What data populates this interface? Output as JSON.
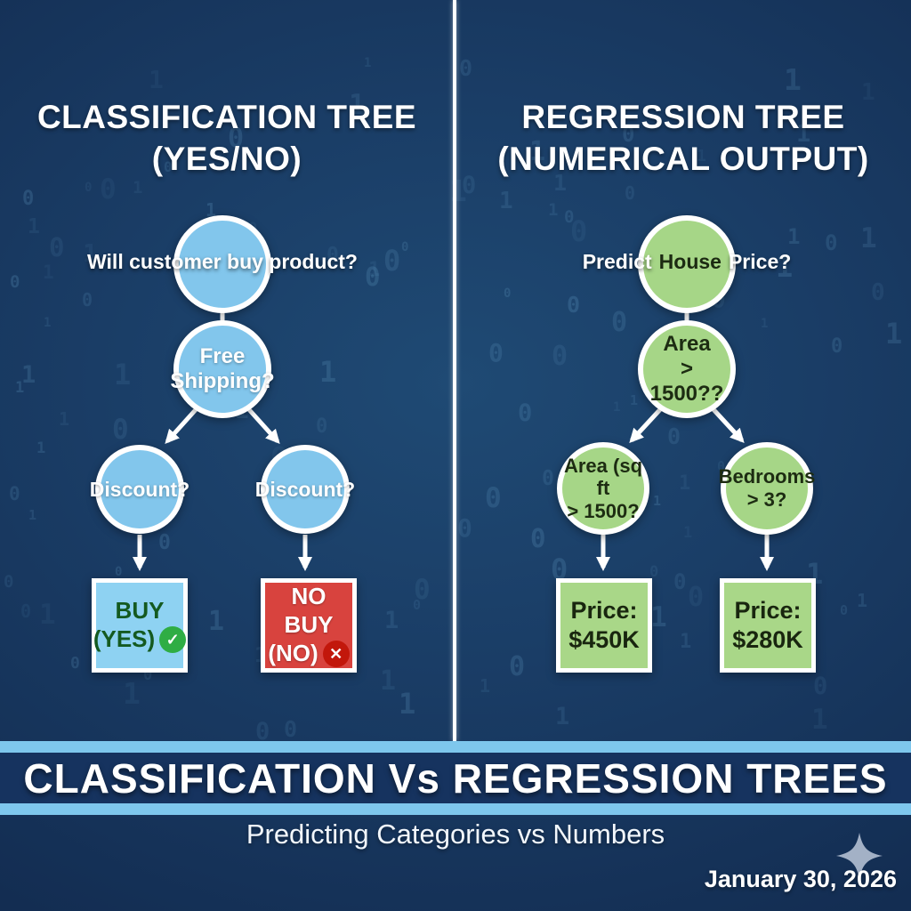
{
  "left_panel": {
    "title_line1": "CLASSIFICATION TREE",
    "title_line2": "(YES/NO)",
    "root_question": "Will customer buy product?",
    "node2_line1": "Free",
    "node2_line2": "Shipping?",
    "node3_left": "Discount?",
    "node3_right": "Discount?",
    "leaf_left_line1": "BUY",
    "leaf_left_line2": "(YES)",
    "leaf_left_icon": "✓",
    "leaf_right_line1": "NO BUY",
    "leaf_right_line2": "(NO)",
    "leaf_right_icon": "✕"
  },
  "right_panel": {
    "title_line1": "REGRESSION TREE",
    "title_line2": "(NUMERICAL OUTPUT)",
    "root_word1": "Predict",
    "root_word2": "House",
    "root_word3": "Price?",
    "node2_line1": "Area",
    "node2_line2": "> 1500??",
    "node3_left_line1": "Area (sq ft",
    "node3_left_line2": "> 1500?",
    "node3_right_line1": "Bedrooms",
    "node3_right_line2": "> 3?",
    "leaf_left_line1": "Price:",
    "leaf_left_line2": "$450K",
    "leaf_right_line1": "Price:",
    "leaf_right_line2": "$280K"
  },
  "banner": {
    "title": "CLASSIFICATION Vs REGRESSION TREES",
    "subtitle": "Predicting Categories vs Numbers",
    "date": "January 30, 2026"
  },
  "colors": {
    "background_navy": "#1a3d66",
    "node_blue": "#82c6ec",
    "node_green": "#a6d687",
    "buy_box_blue": "#8ed2f2",
    "no_buy_red": "#d8433e",
    "price_box_green": "#a9d788",
    "stripe_blue": "#7ec7ed",
    "band_navy": "#16335f",
    "check_green": "#2fad44",
    "cross_red": "#c2170b",
    "buy_text_green": "#145a20",
    "white": "#ffffff"
  }
}
